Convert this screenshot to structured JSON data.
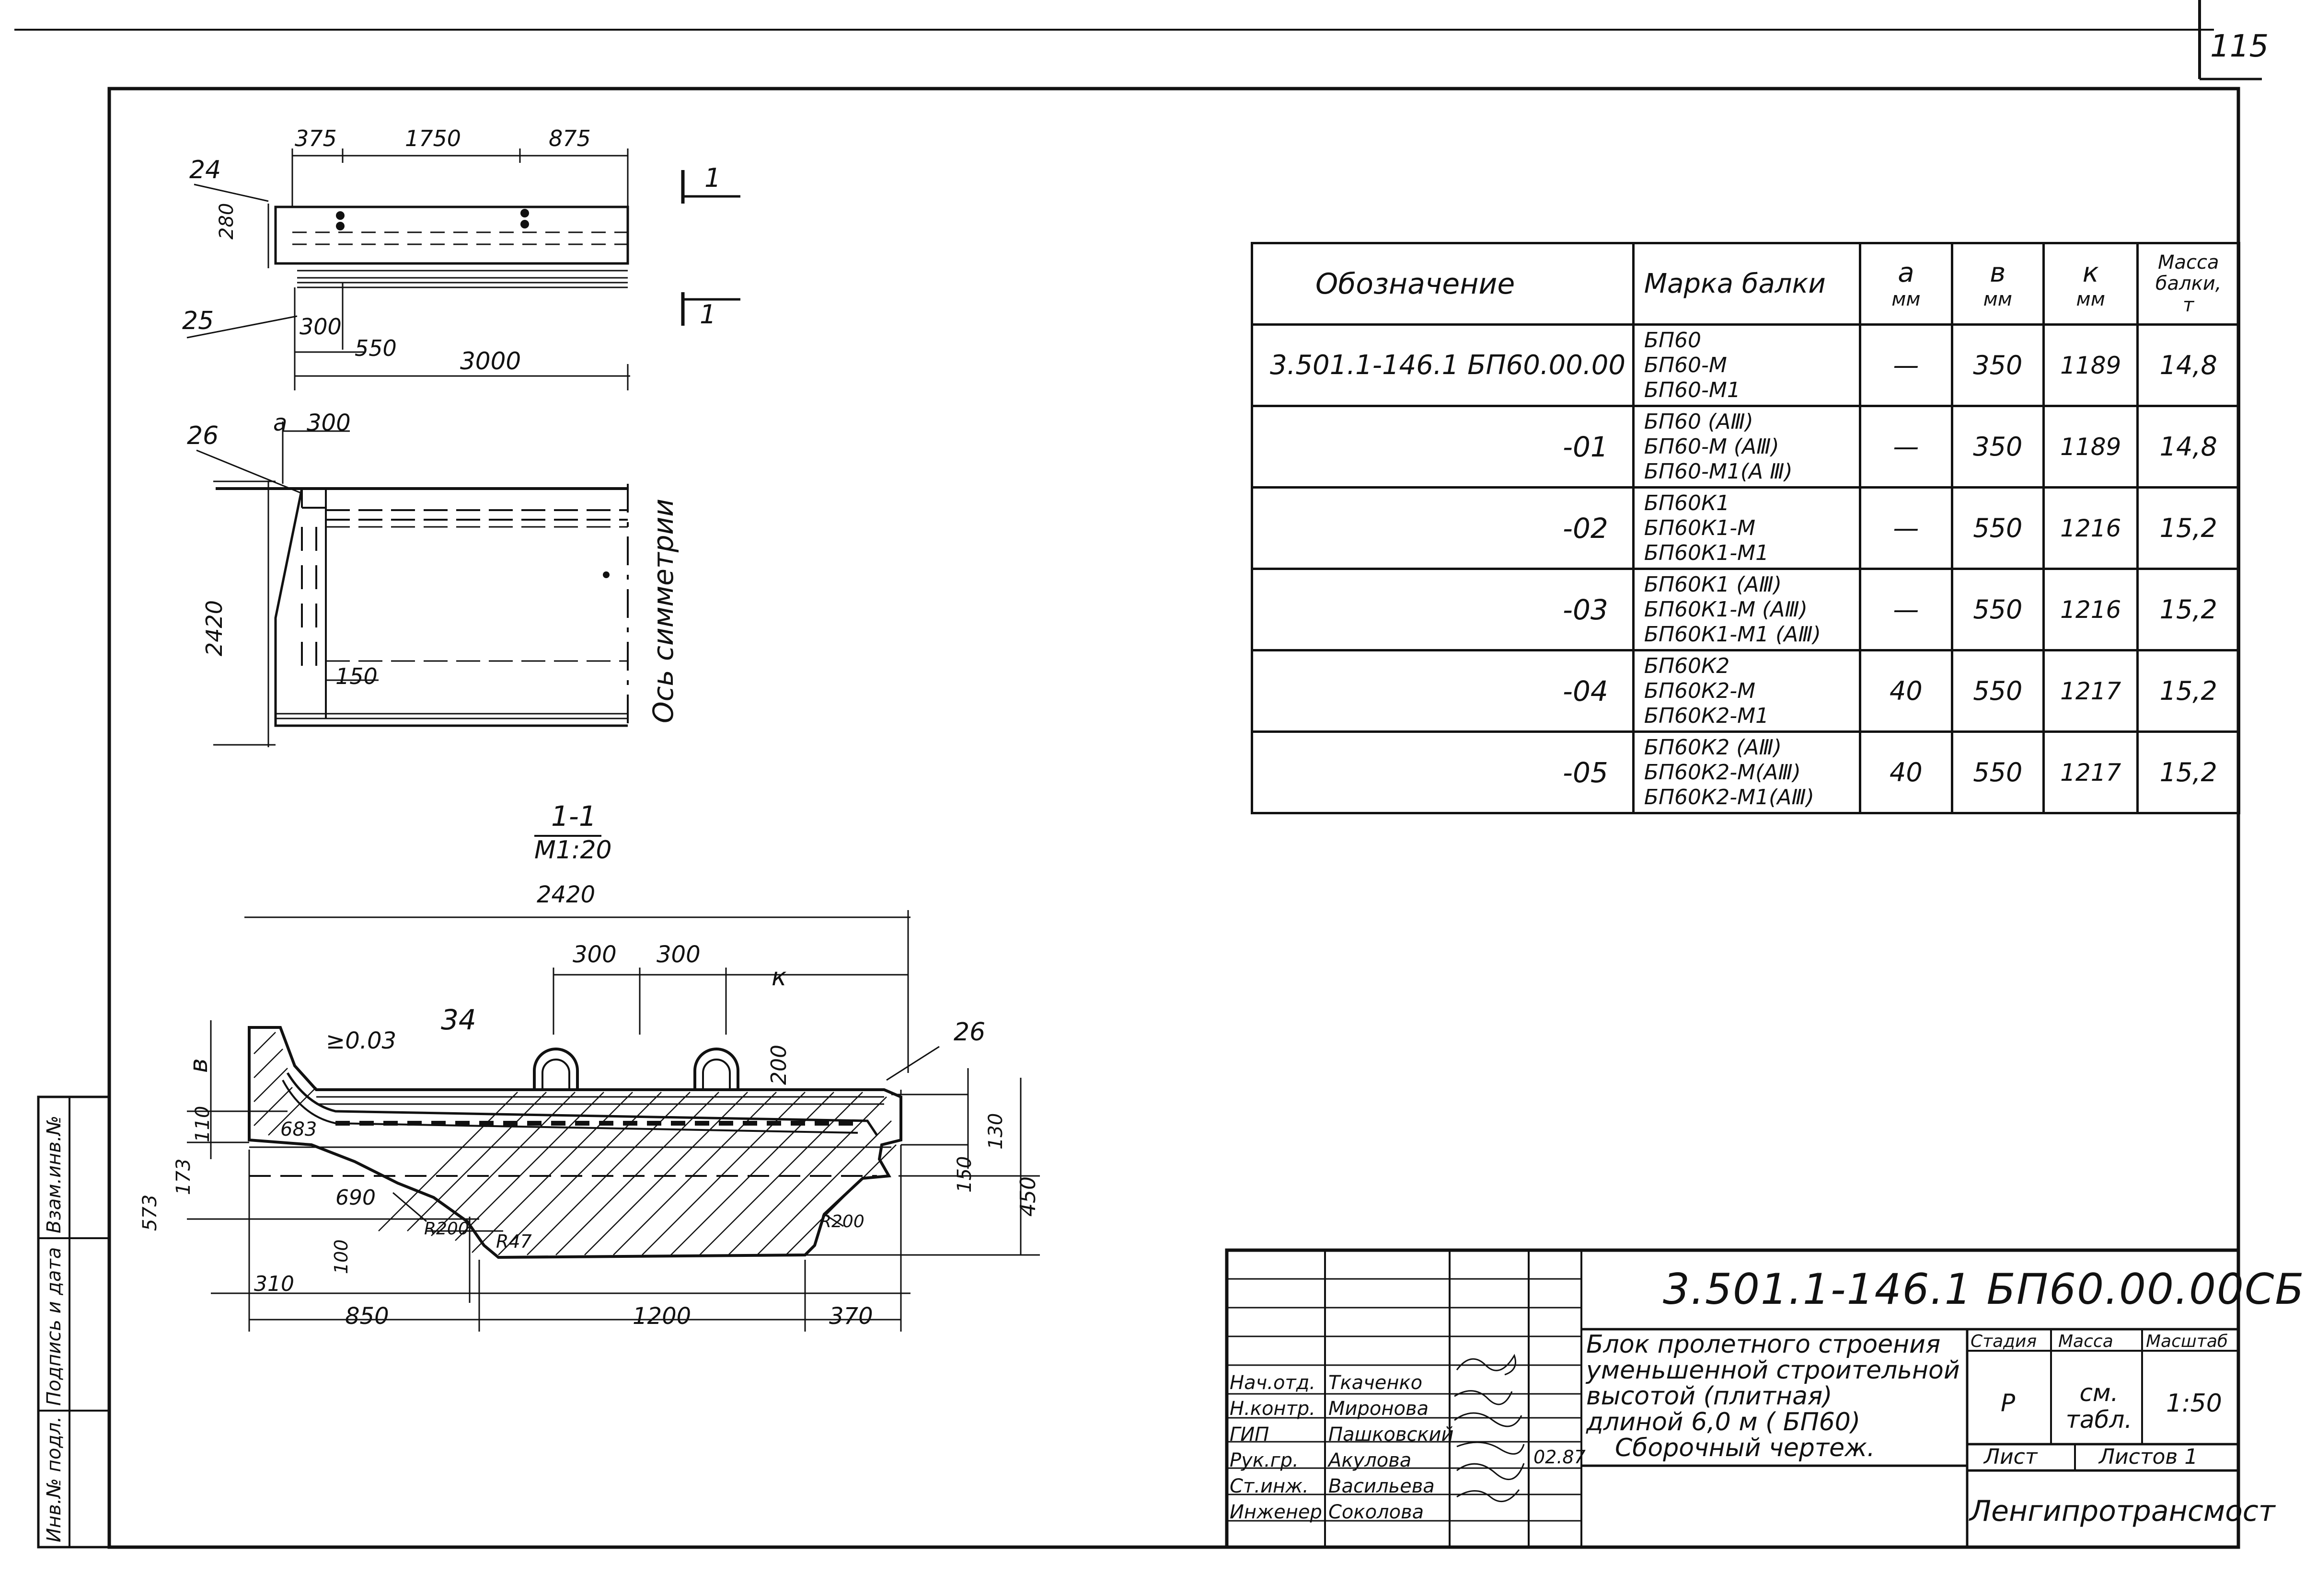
{
  "page_number": "115",
  "plan": {
    "top_dims": [
      "375",
      "1750",
      "875"
    ],
    "side_dim": "280",
    "bottom_dims": [
      "300",
      "550",
      "3000"
    ],
    "leaders": [
      "24",
      "25"
    ],
    "section_mark": "1"
  },
  "side_view": {
    "dims": [
      "a",
      "300"
    ],
    "leader": "26",
    "height": "2420",
    "inner_dim": "150",
    "axis_label": "Ось симметрии"
  },
  "section": {
    "title": "1-1",
    "scale": "М1:20",
    "width": "2420",
    "loop_dims": [
      "300",
      "300"
    ],
    "k": "к",
    "slope": "≥0.03",
    "label34": "34",
    "label26": "26",
    "b": "в",
    "loop_h": "200",
    "left_dims": [
      "110",
      "173",
      "573",
      "683"
    ],
    "right_dims": [
      "130",
      "150",
      "450"
    ],
    "lower": [
      "690",
      "R200",
      "R47",
      "100",
      "R200"
    ],
    "bottom_dims": [
      "310",
      "850",
      "1200",
      "370"
    ]
  },
  "spec_table": {
    "headers": {
      "designation": "Обозначение",
      "mark": "Марка балки",
      "a": "а",
      "a_unit": "мм",
      "b": "в",
      "b_unit": "мм",
      "k": "к",
      "k_unit": "мм",
      "mass": "Масса балки,",
      "mass_unit": "т"
    },
    "rows": [
      {
        "designation": "3.501.1-146.1 БП60.00.00",
        "marks": [
          "БП60",
          "БП60-М",
          "БП60-М1"
        ],
        "a": "—",
        "b": "350",
        "k": "1189",
        "mass": "14,8"
      },
      {
        "designation": "-01",
        "marks": [
          "БП60 (АⅢ)",
          "БП60-М (АⅢ)",
          "БП60-М1(А Ⅲ)"
        ],
        "a": "—",
        "b": "350",
        "k": "1189",
        "mass": "14,8"
      },
      {
        "designation": "-02",
        "marks": [
          "БП60К1",
          "БП60К1-М",
          "БП60К1-М1"
        ],
        "a": "—",
        "b": "550",
        "k": "1216",
        "mass": "15,2"
      },
      {
        "designation": "-03",
        "marks": [
          "БП60К1 (АⅢ)",
          "БП60К1-М (АⅢ)",
          "БП60К1-М1 (АⅢ)"
        ],
        "a": "—",
        "b": "550",
        "k": "1216",
        "mass": "15,2"
      },
      {
        "designation": "-04",
        "marks": [
          "БП60К2",
          "БП60К2-М",
          "БП60К2-М1"
        ],
        "a": "40",
        "b": "550",
        "k": "1217",
        "mass": "15,2"
      },
      {
        "designation": "-05",
        "marks": [
          "БП60К2 (АⅢ)",
          "БП60К2-М(АⅢ)",
          "БП60К2-М1(АⅢ)"
        ],
        "a": "40",
        "b": "550",
        "k": "1217",
        "mass": "15,2"
      }
    ]
  },
  "side_strip": [
    "Инв.№ подл.",
    "Подпись и дата",
    "Взам.инв.№"
  ],
  "title_block": {
    "doc_code": "3.501.1-146.1   БП60.00.00СБ",
    "description": [
      "Блок пролетного строения",
      "уменьшенной строительной",
      "высотой (плитная)",
      "длиной 6,0 м ( БП60)",
      "Сборочный чертеж."
    ],
    "stage_label": "Стадия",
    "mass_label": "Масса",
    "scale_label": "Масштаб",
    "stage": "Р",
    "mass": "см. табл.",
    "scale": "1:50",
    "sheet_label": "Лист",
    "sheets_label": "Листов 1",
    "org": "Ленгипротрансмост",
    "roles": [
      "Нач.отд.",
      "Н.контр.",
      "ГИП",
      "Рук.гр.",
      "Ст.инж.",
      "Инженер"
    ],
    "names": [
      "Ткаченко",
      "Миронова",
      "Пашковский",
      "Акулова",
      "Васильева",
      "Соколова"
    ],
    "date": "02.87"
  }
}
